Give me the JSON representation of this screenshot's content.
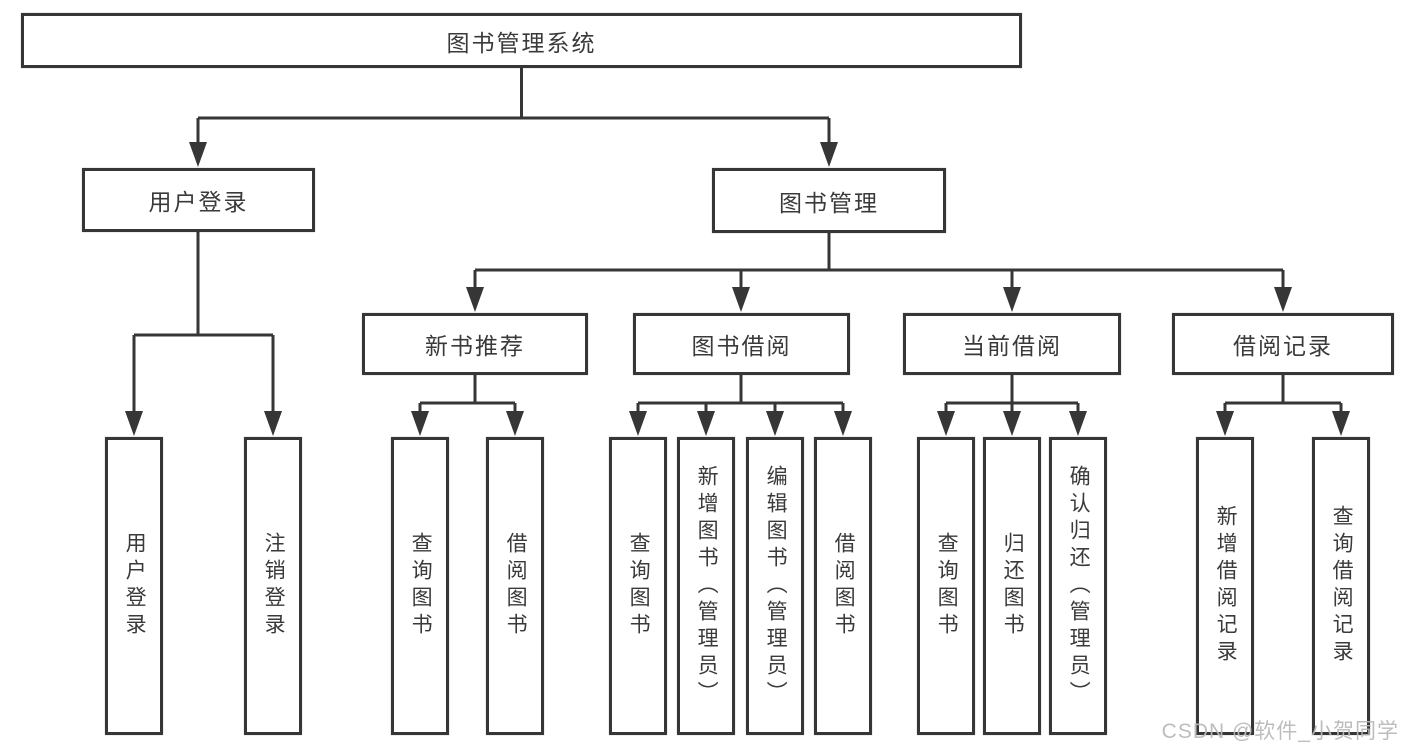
{
  "page": {
    "watermark": "CSDN @软件_小贺同学"
  },
  "colors": {
    "line": "#363636",
    "box_border": "#363636",
    "text": "#3a3a3a",
    "watermark": "#b9b9b9"
  },
  "tree": {
    "root": {
      "label": "图书管理系统"
    },
    "branches": [
      {
        "label": "用户登录",
        "children": [
          {
            "label": "用户登录"
          },
          {
            "label": "注销登录"
          }
        ]
      },
      {
        "label": "图书管理",
        "children": [
          {
            "label": "新书推荐",
            "children": [
              {
                "label": "查询图书"
              },
              {
                "label": "借阅图书"
              }
            ]
          },
          {
            "label": "图书借阅",
            "children": [
              {
                "label": "查询图书"
              },
              {
                "label": "新增图书（管理员）"
              },
              {
                "label": "编辑图书（管理员）"
              },
              {
                "label": "借阅图书"
              }
            ]
          },
          {
            "label": "当前借阅",
            "children": [
              {
                "label": "查询图书"
              },
              {
                "label": "归还图书"
              },
              {
                "label": "确认归还（管理员）"
              }
            ]
          },
          {
            "label": "借阅记录",
            "children": [
              {
                "label": "新增借阅记录"
              },
              {
                "label": "查询借阅记录"
              }
            ]
          }
        ]
      }
    ]
  }
}
